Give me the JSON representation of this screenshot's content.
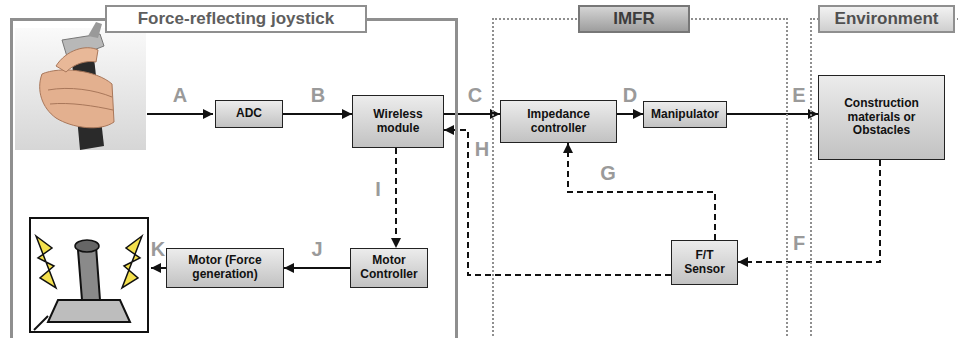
{
  "diagram": {
    "nodes": [
      {
        "text": [
          "Force-reflecting joystick"
        ]
      },
      {
        "text": [
          "ADC"
        ],
        "in": 0
      },
      {
        "text": [
          "Wireless module"
        ],
        "in": 0
      },
      {
        "text": [
          "Motor Controller"
        ],
        "in": 0
      },
      {
        "text": [
          "Motor (Force generation)"
        ],
        "in": 0
      },
      {
        "text": [
          "IMFR"
        ]
      },
      {
        "text": [
          "Impedance controller"
        ],
        "in": 5
      },
      {
        "text": [
          "Manipulator"
        ],
        "in": 5
      },
      {
        "text": [
          "F/T Sensor"
        ],
        "in": 5
      },
      {
        "text": [
          "Environment"
        ]
      },
      {
        "text": [
          "Construction materials or Obstacles"
        ],
        "in": 9
      }
    ],
    "edges": [
      {
        "from": 1,
        "to": 2,
        "arrow": "to"
      },
      {
        "from": 2,
        "to": 6,
        "arrow": "to"
      },
      {
        "from": 6,
        "to": 7,
        "arrow": "to"
      },
      {
        "from": 7,
        "to": 10,
        "arrow": "to"
      },
      {
        "from": 10,
        "to": 8,
        "arrow": "to"
      },
      {
        "from": 8,
        "to": 6,
        "arrow": "to"
      },
      {
        "from": 8,
        "to": 2,
        "arrow": "to"
      },
      {
        "from": 2,
        "to": 3,
        "arrow": "to"
      },
      {
        "from": 3,
        "to": 4,
        "arrow": "to"
      }
    ],
    "labels": [
      "A",
      "B",
      "C",
      "D",
      "E",
      "F",
      "G",
      "H",
      "I",
      "J",
      "K"
    ]
  }
}
